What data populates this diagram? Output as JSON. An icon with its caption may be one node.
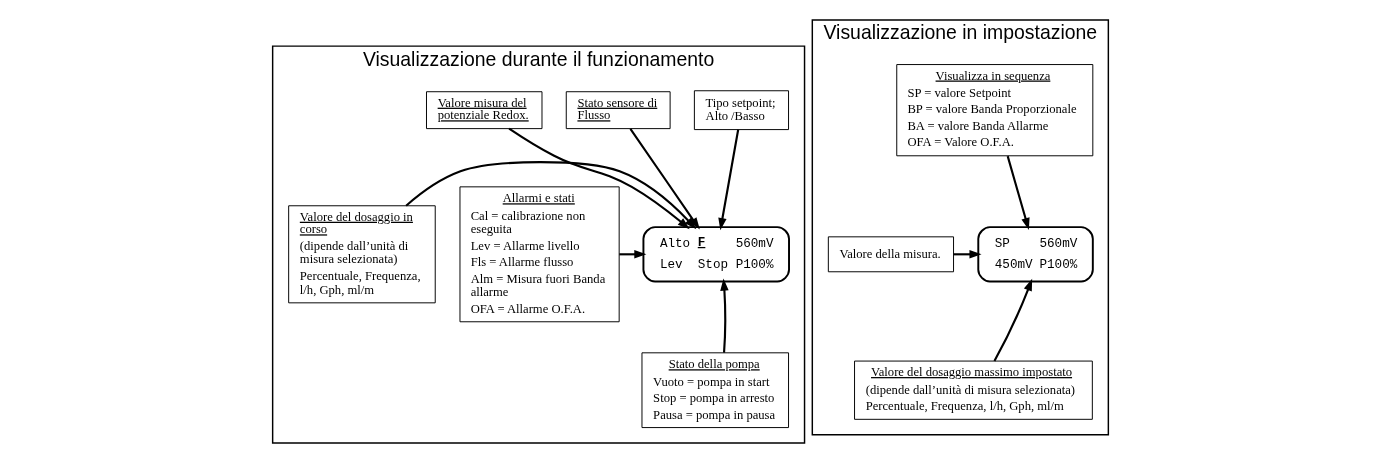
{
  "diagram": {
    "nodes": [
      {
        "text": [
          "Visualizzazione durante il funzionamento"
        ]
      },
      {
        "text": [
          "Tipo setpoint; Alto /Basso"
        ],
        "in": 0
      },
      {
        "text": [
          "Stato sensore di Flusso"
        ],
        "in": 0
      },
      {
        "text": [
          "Valore misura del potenziale Redox."
        ],
        "in": 0
      },
      {
        "text": [
          "Allarmi e stati",
          "Cal = calibrazione non eseguita",
          "Lev = Allarme livello",
          "Fls = Allarme flusso",
          "Alm = Misura fuori Banda allarme",
          "OFA = Allarme O.F.A."
        ],
        "in": 0
      },
      {
        "text": [
          "Alto",
          "F",
          "560mV",
          "Lev",
          "Stop",
          "P100%"
        ],
        "in": 0
      },
      {
        "text": [
          "Stato della pompa",
          "Vuoto = pompa in start",
          "Stop = pompa in arresto",
          "Pausa = pompa in pausa"
        ],
        "in": 0
      },
      {
        "text": [
          "Valore del dosaggio in corso",
          "(dipende dall’unità di misura selezionata)",
          "Percentuale, Frequenza, l/h, Gph, ml/m"
        ],
        "in": 0
      },
      {
        "text": [
          "Visualizzazione in impostazione"
        ]
      },
      {
        "text": [
          "Visualizza in sequenza",
          "SP = valore Setpoint",
          "BP = valore Banda Proporzionale",
          "BA = valore Banda Allarme",
          "OFA = Valore O.F.A."
        ],
        "in": 8
      },
      {
        "text": [
          "SP",
          "560mV",
          "450mV",
          "P100%"
        ],
        "in": 8
      },
      {
        "text": [
          "Valore della misura."
        ],
        "in": 8
      },
      {
        "text": [
          "Valore del dosaggio massimo impostato",
          "(dipende dall’unità di misura selezionata)",
          "Percentuale, Frequenza, l/h, Gph, ml/m"
        ],
        "in": 8
      }
    ],
    "edges": [
      {
        "from": 1,
        "to": 5,
        "arrow": "to"
      },
      {
        "from": 2,
        "to": 5,
        "arrow": "to"
      },
      {
        "from": 3,
        "to": 5,
        "arrow": "to"
      },
      {
        "from": 4,
        "to": 5,
        "arrow": "to"
      },
      {
        "from": 6,
        "to": 5,
        "arrow": "to"
      },
      {
        "from": 7,
        "to": 5,
        "arrow": "to"
      },
      {
        "from": 9,
        "to": 10,
        "arrow": "to"
      },
      {
        "from": 11,
        "to": 10,
        "arrow": "to"
      },
      {
        "from": 12,
        "to": 10,
        "arrow": "to"
      }
    ]
  }
}
